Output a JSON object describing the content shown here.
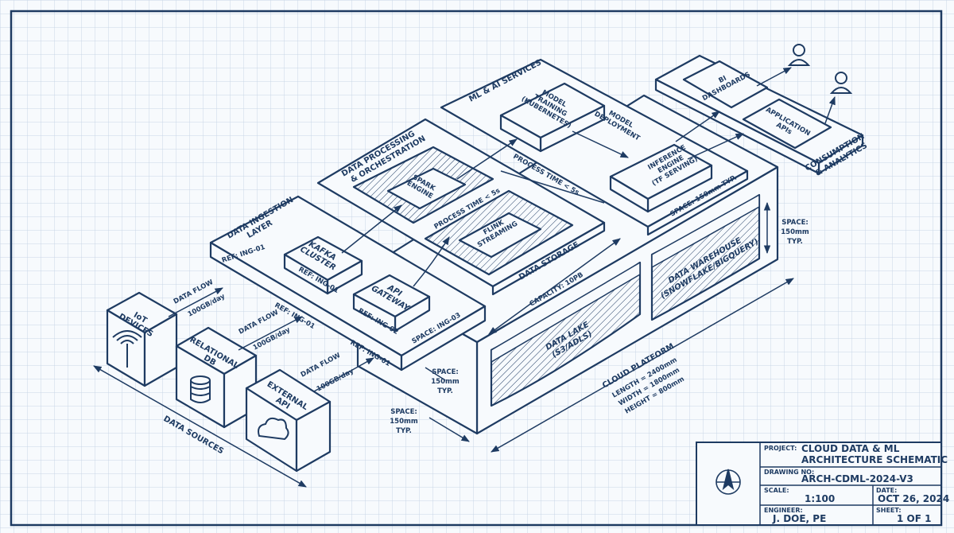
{
  "title_block": {
    "project_key": "PROJECT:",
    "project_line1": "CLOUD DATA & ML",
    "project_line2": "ARCHITECTURE SCHEMATIC",
    "drawing_no_key": "DRAWING NO:",
    "drawing_no": "ARCH-CDML-2024-V3",
    "scale_key": "SCALE:",
    "scale": "1:100",
    "date_key": "DATE:",
    "date": "OCT 26, 2024",
    "engineer_key": "ENGINEER:",
    "engineer": "J. DOE, PE",
    "sheet_key": "SHEET:",
    "sheet": "1 OF 1"
  },
  "sources": {
    "group_label": "DATA SOURCES",
    "iot_line1": "IoT",
    "iot_line2": "DEVICES",
    "db_line1": "RELATIONAL",
    "db_line2": "DB",
    "api_line1": "EXTERNAL",
    "api_line2": "API"
  },
  "flows": {
    "label": "DATA FLOW",
    "rate": "100GB/day"
  },
  "ingestion": {
    "title_line1": "DATA INGESTION",
    "title_line2": "LAYER",
    "ref1": "REF: ING-01",
    "kafka_line1": "KAFKA",
    "kafka_line2": "CLUSTER",
    "kafka_ref": "REF: ING-01",
    "api_line1": "API",
    "api_line2": "GATEWAY",
    "api_ref": "REF: ING-02",
    "space_ref": "SPACE: ING-03"
  },
  "processing": {
    "title_line1": "DATA PROCESSING",
    "title_line2": "& ORCHESTRATION",
    "spark_line1": "SPARK",
    "spark_line2": "ENGINE",
    "flink_line1": "FLINK",
    "flink_line2": "STREAMING",
    "time1": "PROCESS TIME < 5s",
    "time2": "PROCESS TIME < 5s"
  },
  "ml": {
    "title": "ML & AI SERVICES",
    "training_line1": "MODEL",
    "training_line2": "TRAINING",
    "training_line3": "(KUBERNETES)",
    "deploy_line1": "MODEL",
    "deploy_line2": "DEPLOYMENT",
    "inference_line1": "INFERENCE",
    "inference_line2": "ENGINE",
    "inference_line3": "(TF SERVING)"
  },
  "storage": {
    "title": "DATA STORAGE",
    "capacity": "CAPACITY: 10PB",
    "lake_line1": "DATA LAKE",
    "lake_line2": "(S3/ADLS)",
    "wh_line1": "DATA WAREHOUSE",
    "wh_line2": "(SNOWFLAKE/BIGQUERY)",
    "space_typ": "SPACE: 150mm TYP."
  },
  "consumption": {
    "bi_line1": "BI",
    "bi_line2": "DASHBOARDS",
    "app_line1": "APPLICATION",
    "app_line2": "APIs",
    "label_line1": "CONSUMPTION",
    "label_line2": "& ANALYTICS"
  },
  "platform": {
    "title": "CLOUD PLATFORM",
    "length": "LENGTH = 2400mm",
    "width": "WIDTH = 1800mm",
    "height": "HEIGHT = 800mm"
  },
  "dims": {
    "space_line1": "SPACE:",
    "space_line2": "150mm",
    "space_line3": "TYP."
  },
  "colors": {
    "ink": "#1e3b62",
    "paper": "#f7fafd",
    "grid": "#c9d6e6"
  }
}
